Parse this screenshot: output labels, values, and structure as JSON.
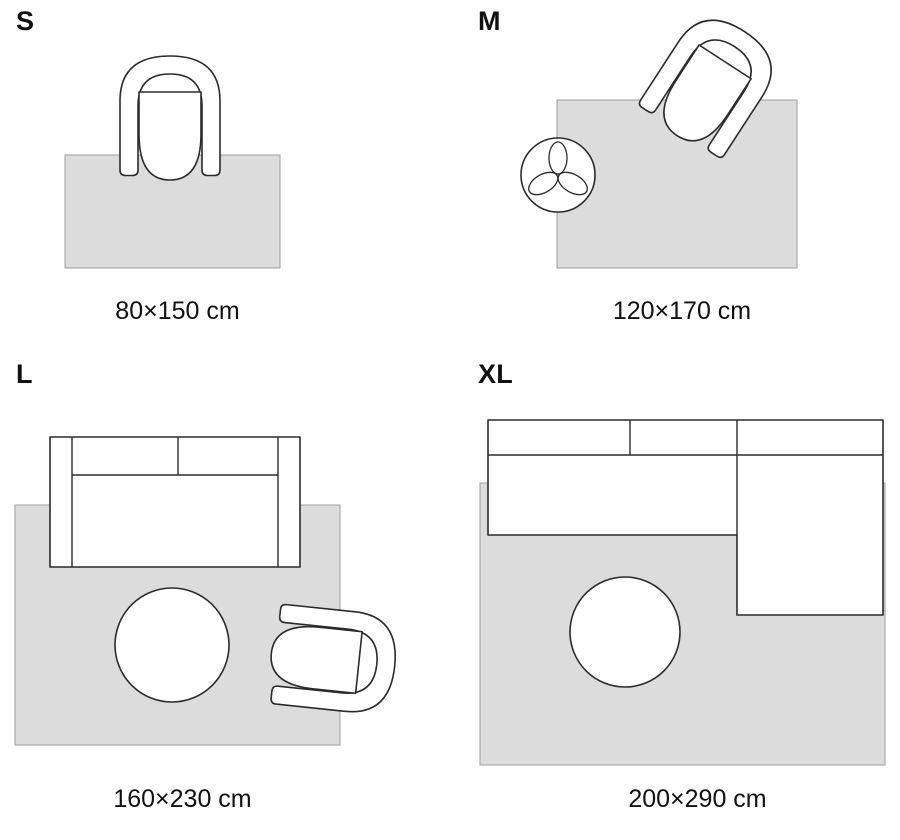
{
  "colors": {
    "rug_fill": "#dcdcdc",
    "rug_stroke": "#9e9e9e",
    "line": "#2b2b2b",
    "text": "#111111",
    "background": "#ffffff"
  },
  "sizes": [
    {
      "label": "S",
      "dimensions": "80×150 cm",
      "furniture": [
        "armchair-icon",
        "rug-shape"
      ]
    },
    {
      "label": "M",
      "dimensions": "120×170 cm",
      "furniture": [
        "armchair-icon",
        "plant-icon",
        "rug-shape"
      ]
    },
    {
      "label": "L",
      "dimensions": "160×230 cm",
      "furniture": [
        "sofa-icon",
        "coffee-table-icon",
        "armchair-icon",
        "rug-shape"
      ]
    },
    {
      "label": "XL",
      "dimensions": "200×290 cm",
      "furniture": [
        "sectional-sofa-icon",
        "coffee-table-icon",
        "rug-shape"
      ]
    }
  ]
}
